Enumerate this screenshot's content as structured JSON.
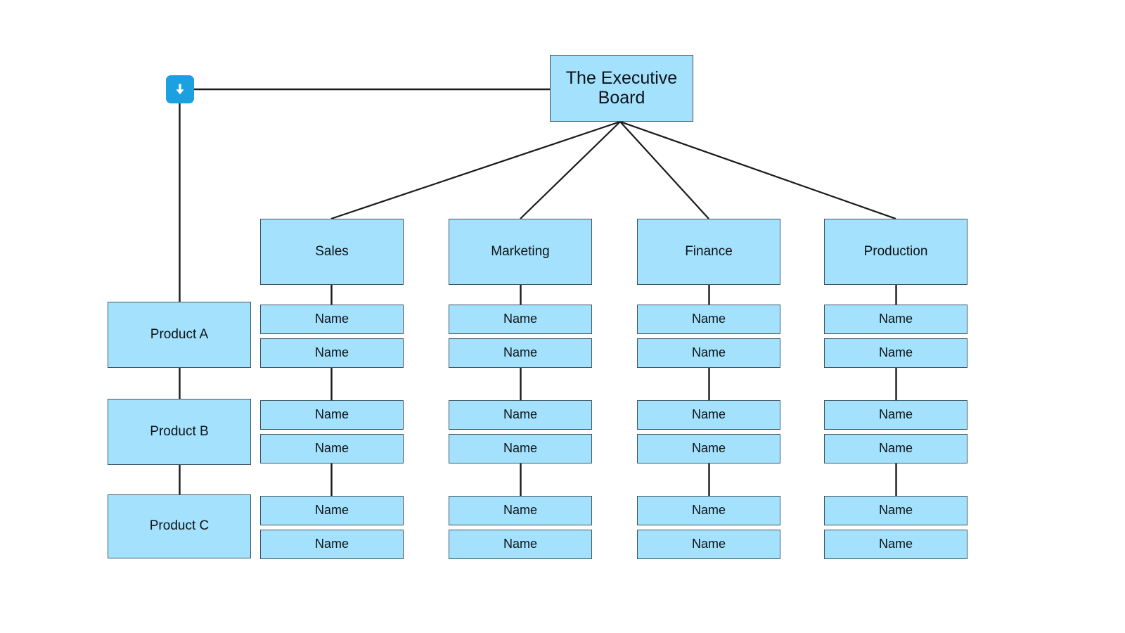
{
  "diagram": {
    "title_node": {
      "label": "The Executive Board"
    },
    "collapse_icon": {
      "name": "download-arrow-icon",
      "color": "#1BA0E0",
      "glyph": "arrow-down"
    },
    "theme": {
      "node_fill": "#A3E1FD",
      "node_border": "#3E5666",
      "edge_color": "#1a1a1a",
      "background": "#FFFFFF",
      "text_color": "#0D1316"
    },
    "products": [
      {
        "label": "Product A"
      },
      {
        "label": "Product B"
      },
      {
        "label": "Product C"
      }
    ],
    "departments": [
      {
        "label": "Sales",
        "members": [
          {
            "label": "Name"
          },
          {
            "label": "Name"
          },
          {
            "label": "Name"
          },
          {
            "label": "Name"
          },
          {
            "label": "Name"
          },
          {
            "label": "Name"
          }
        ]
      },
      {
        "label": "Marketing",
        "members": [
          {
            "label": "Name"
          },
          {
            "label": "Name"
          },
          {
            "label": "Name"
          },
          {
            "label": "Name"
          },
          {
            "label": "Name"
          },
          {
            "label": "Name"
          }
        ]
      },
      {
        "label": "Finance",
        "members": [
          {
            "label": "Name"
          },
          {
            "label": "Name"
          },
          {
            "label": "Name"
          },
          {
            "label": "Name"
          },
          {
            "label": "Name"
          },
          {
            "label": "Name"
          }
        ]
      },
      {
        "label": "Production",
        "members": [
          {
            "label": "Name"
          },
          {
            "label": "Name"
          },
          {
            "label": "Name"
          },
          {
            "label": "Name"
          },
          {
            "label": "Name"
          },
          {
            "label": "Name"
          }
        ]
      }
    ]
  }
}
